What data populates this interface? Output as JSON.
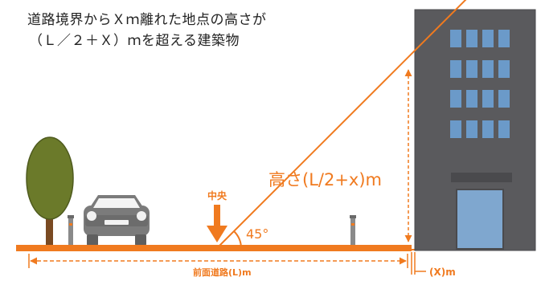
{
  "caption": {
    "line1": "道路境界からＸｍ離れた地点の高さが",
    "line2": "（Ｌ／２＋Ｘ）ｍを超える建築物"
  },
  "labels": {
    "center": "中央",
    "angle": "45°",
    "height": "高さ(L/2+x)m",
    "road_width": "前面道路(L)m",
    "setback": "(X)m"
  },
  "colors": {
    "accent": "#f07a1f",
    "building": "#5a5a5d",
    "window": "#6b9ac9",
    "tree": "#6b7a2a",
    "trunk": "#7a4a22",
    "car": "#7b7b7b"
  }
}
